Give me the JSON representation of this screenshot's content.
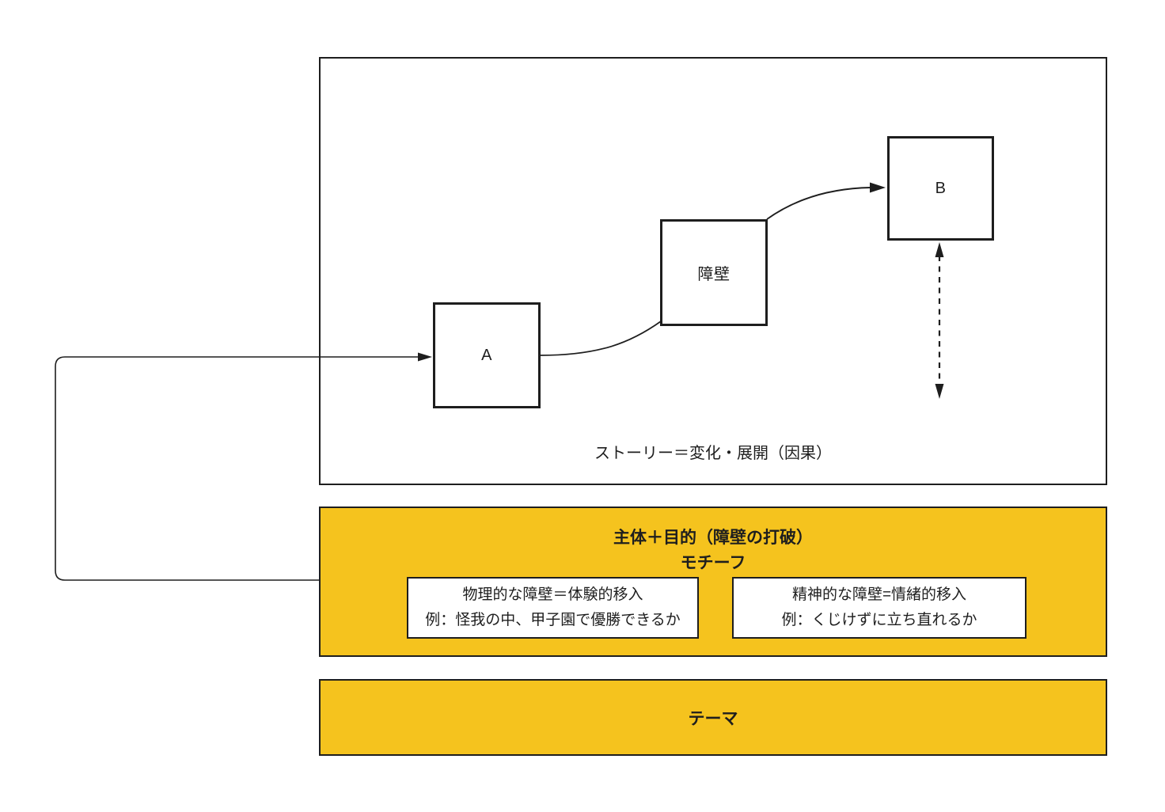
{
  "diagram": {
    "story_frame": {
      "node_a_label": "A",
      "node_barrier_label": "障壁",
      "node_b_label": "B",
      "caption": "ストーリー＝変化・展開（因果）"
    },
    "motif_panel": {
      "title": "主体＋目的（障壁の打破）",
      "subtitle": "モチーフ",
      "physical_example": {
        "line1": "物理的な障壁＝体験的移入",
        "line2": "例：怪我の中、甲子園で優勝できるか"
      },
      "mental_example": {
        "line1": "精神的な障壁=情緒的移入",
        "line2": "例：くじけずに立ち直れるか"
      }
    },
    "theme_panel": {
      "label": "テーマ"
    },
    "colors": {
      "accent_yellow": "#F5C31E",
      "line_black": "#1E1E1E"
    }
  }
}
